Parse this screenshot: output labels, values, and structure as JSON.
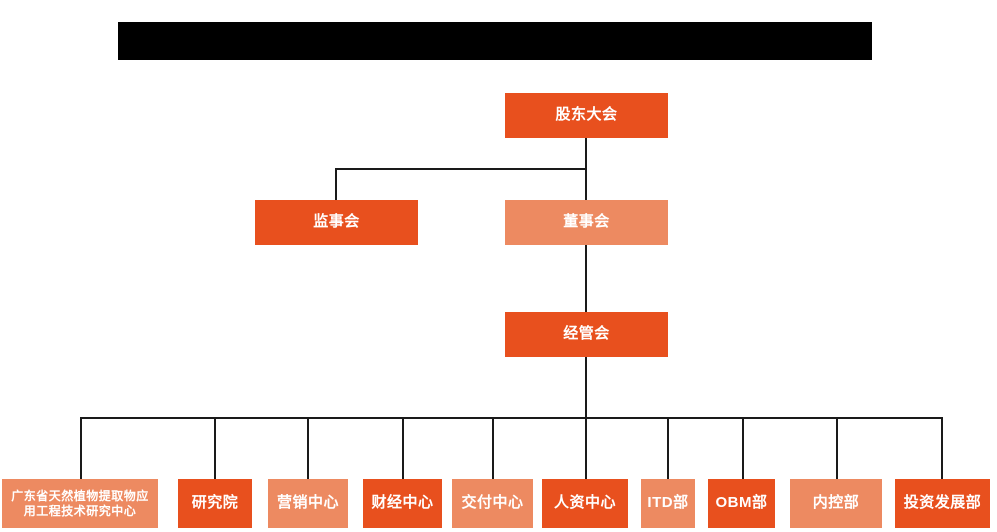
{
  "diagram": {
    "type": "org-chart",
    "title_bar": {
      "label": "",
      "redacted": true,
      "color": "#000000"
    },
    "colors": {
      "dark_orange": "#E8501E",
      "light_orange": "#ED8A61",
      "connector": "#1a1a1a",
      "background": "#ffffff",
      "text": "#ffffff"
    },
    "levels": [
      {
        "level": 1,
        "nodes": [
          {
            "id": "shareholders",
            "label": "股东大会",
            "shade": "dark"
          }
        ]
      },
      {
        "level": 2,
        "nodes": [
          {
            "id": "supervisors",
            "label": "监事会",
            "shade": "dark"
          },
          {
            "id": "directors",
            "label": "董事会",
            "shade": "light"
          }
        ]
      },
      {
        "level": 3,
        "nodes": [
          {
            "id": "management",
            "label": "经管会",
            "shade": "dark"
          }
        ]
      },
      {
        "level": 4,
        "nodes": [
          {
            "id": "research-center",
            "label": "广东省天然植物提取物应用工程技术研究中心",
            "line1": "广东省天然植物提取物应",
            "line2": "用工程技术研究中心",
            "shade": "light"
          },
          {
            "id": "research-institute",
            "label": "研究院",
            "shade": "dark"
          },
          {
            "id": "marketing-center",
            "label": "营销中心",
            "shade": "light"
          },
          {
            "id": "finance-center",
            "label": "财经中心",
            "shade": "dark"
          },
          {
            "id": "delivery-center",
            "label": "交付中心",
            "shade": "light"
          },
          {
            "id": "hr-center",
            "label": "人资中心",
            "shade": "dark"
          },
          {
            "id": "itd-department",
            "label": "ITD部",
            "shade": "light"
          },
          {
            "id": "obm-department",
            "label": "OBM部",
            "shade": "dark"
          },
          {
            "id": "internal-control-department",
            "label": "内控部",
            "shade": "light"
          },
          {
            "id": "investment-development-department",
            "label": "投资发展部",
            "shade": "dark"
          }
        ]
      }
    ]
  }
}
